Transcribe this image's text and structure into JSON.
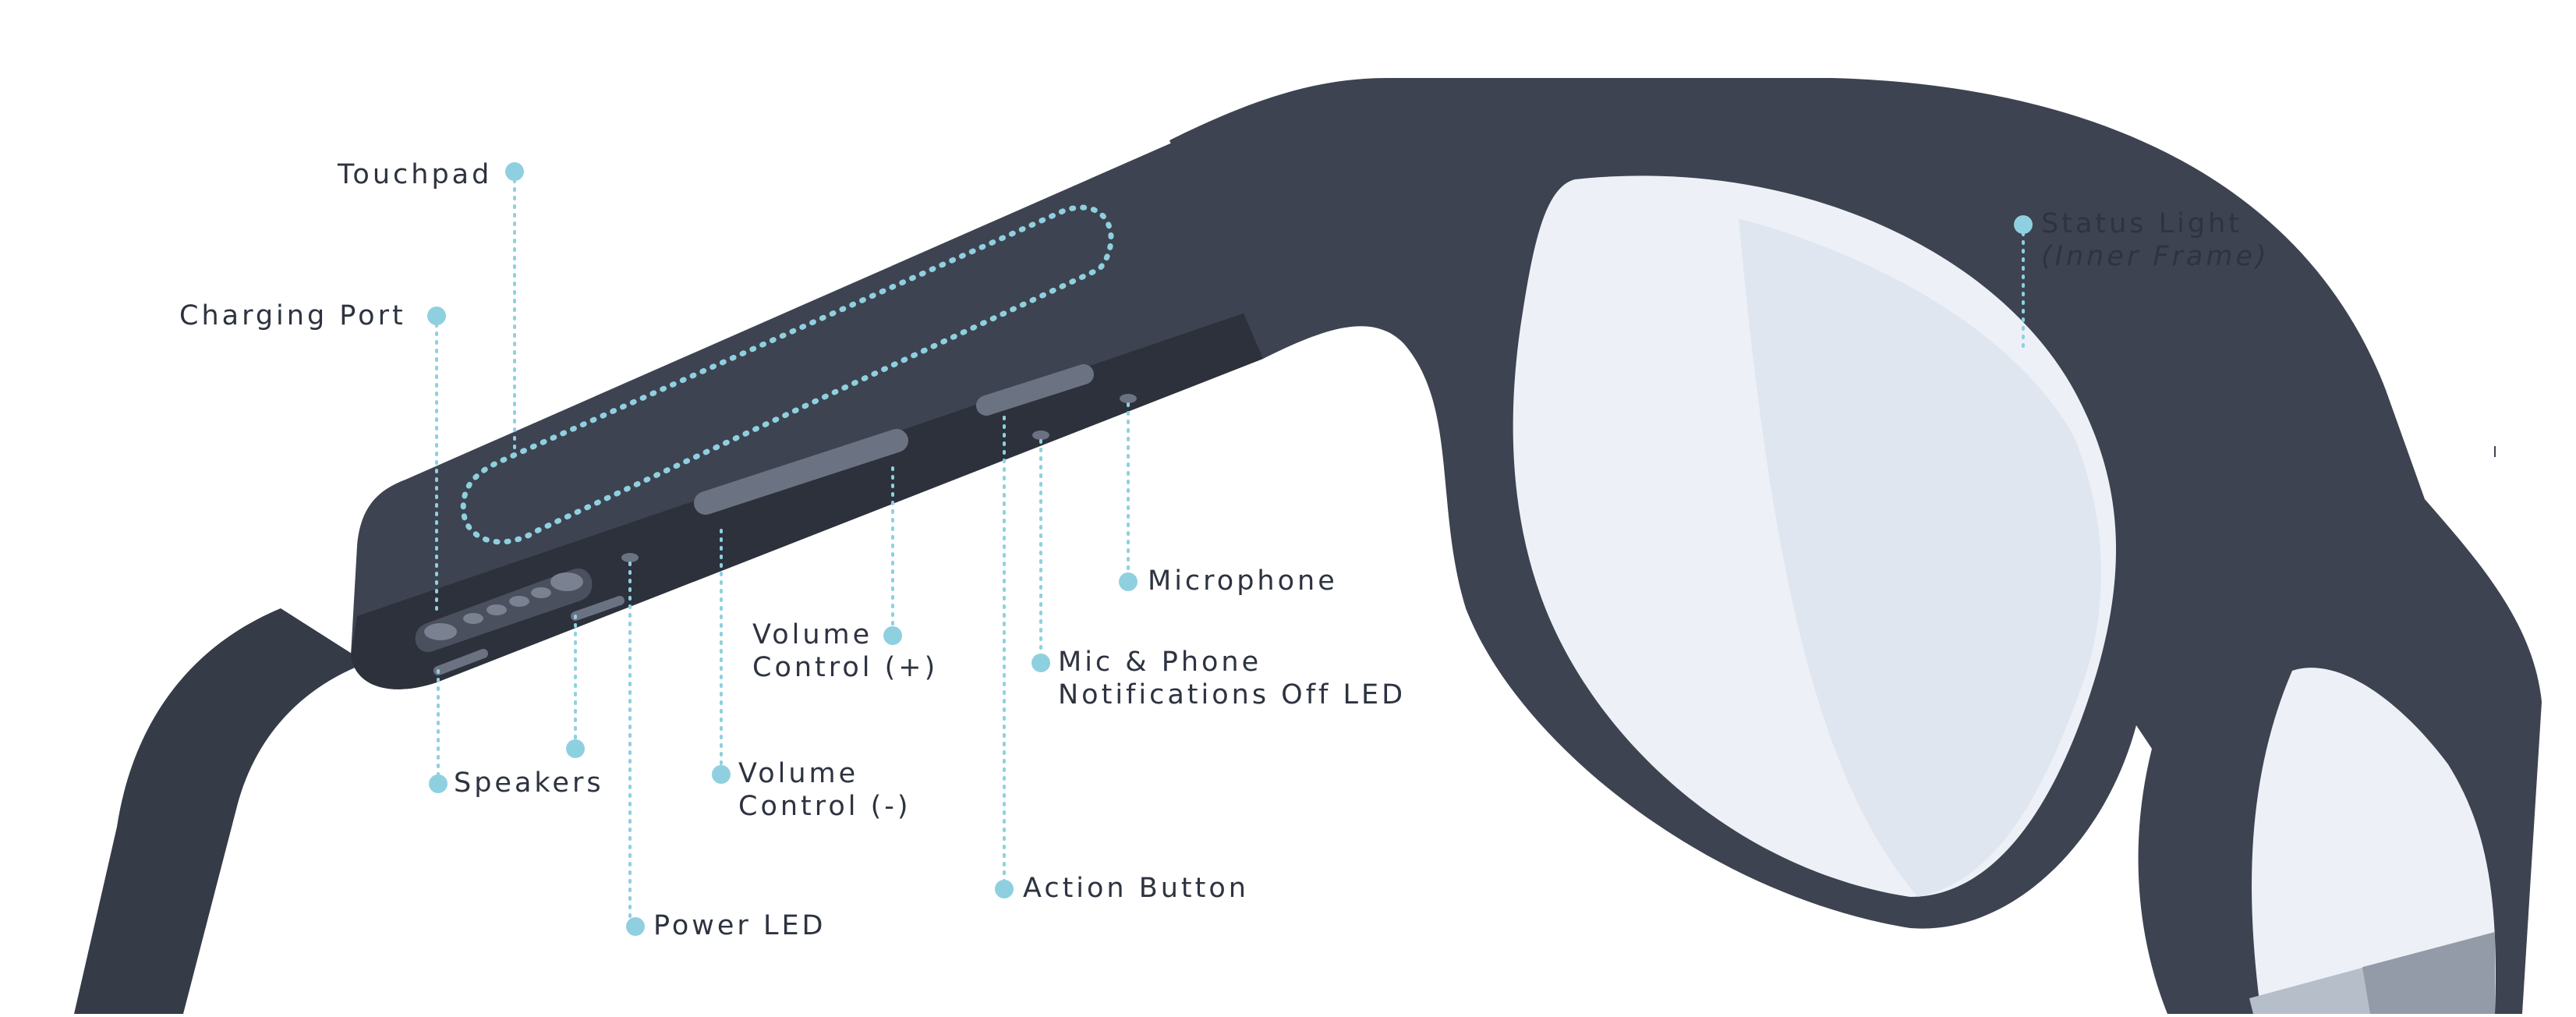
{
  "accent_color": "#8fd0e0",
  "frame_color": "#3a404d",
  "labels": {
    "touchpad": "Touchpad",
    "charging_port": "Charging Port",
    "speakers": "Speakers",
    "power_led": "Power LED",
    "volume_minus_line1": "Volume",
    "volume_minus_line2": "Control (-)",
    "volume_plus_line1": "Volume",
    "volume_plus_line2": "Control (+)",
    "action_button": "Action Button",
    "mic_led_line1": "Mic & Phone",
    "mic_led_line2": "Notifications Off LED",
    "microphone": "Microphone",
    "status_light": "Status Light",
    "status_light_sub": "(Inner Frame)"
  }
}
